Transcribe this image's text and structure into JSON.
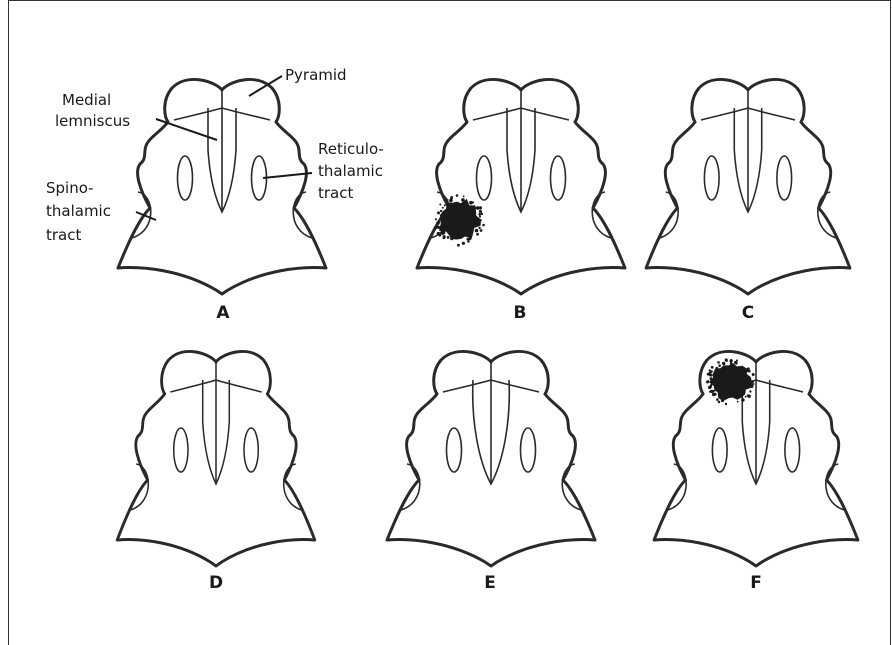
{
  "annotations": {
    "pyramid": "Pyramid",
    "medial_1": "Medial",
    "medial_2": "lemniscus",
    "reticulo_1": "Reticulo-",
    "reticulo_2": "thalamic",
    "reticulo_3": "tract",
    "spino_1": "Spino-",
    "spino_2": "thalamic",
    "spino_3": "tract"
  },
  "panels": [
    {
      "label": "A",
      "lesion": "none"
    },
    {
      "label": "B",
      "lesion": "left spinothalamic / lateral region"
    },
    {
      "label": "C",
      "lesion": "none"
    },
    {
      "label": "D",
      "lesion": "none"
    },
    {
      "label": "E",
      "lesion": "none"
    },
    {
      "label": "F",
      "lesion": "left pyramid"
    }
  ],
  "colors": {
    "line": "#2a2a2a",
    "lesion": "#1a1a1a"
  }
}
